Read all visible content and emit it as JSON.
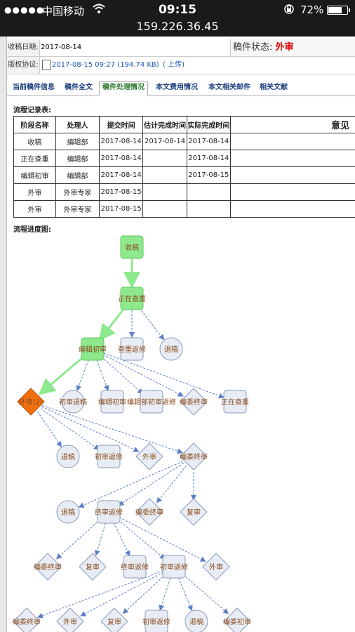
{
  "status_bar": {
    "signal": "●●●●●",
    "carrier": "中国移动",
    "wifi": "wifi-icon",
    "time": "09:15",
    "lock": "rotation-lock-icon",
    "battery_text": "72%",
    "battery_level": 0.72
  },
  "url": "159.226.36.45",
  "info": {
    "receive_label": "收稿日期:",
    "receive_value": "2017-08-14",
    "status_label": "稿件状态:",
    "status_value": "外审",
    "copyright_label": "版权协议:",
    "copyright_file": "2017-08-15 09:27 (194.74 KB)",
    "upload_link": "( 上传)"
  },
  "tabs": [
    "当前稿件信息",
    "稿件全文",
    "稿件处理情况",
    "本文费用情况",
    "本文相关邮件",
    "相关文献"
  ],
  "active_tab": 2,
  "record_title": "流程记录表:",
  "table": {
    "headers": [
      "阶段名称",
      "处理人",
      "提交时间",
      "估计完成时间",
      "实际完成时间",
      "意见"
    ],
    "rows": [
      [
        "收稿",
        "编辑部",
        "2017-08-14",
        "2017-08-14",
        "2017-08-14",
        ""
      ],
      [
        "正在查重",
        "编辑部",
        "2017-08-14",
        "",
        "2017-08-14",
        ""
      ],
      [
        "编辑初审",
        "编辑部",
        "2017-08-14",
        "",
        "2017-08-15",
        ""
      ],
      [
        "外审",
        "外审专家",
        "2017-08-15",
        "",
        "",
        ""
      ],
      [
        "外审",
        "外审专家",
        "2017-08-15",
        "",
        "",
        ""
      ]
    ]
  },
  "diagram_title": "流程进度图:",
  "diagram": {
    "nodes": {
      "n1": "收稿",
      "n2": "正在查重",
      "n3": "编辑初审",
      "n4": "查重返修",
      "n5": "退稿",
      "n6": "外审(2)",
      "n7": "初审退稿",
      "n8": "编辑初审",
      "n9": "编辑部初审返修",
      "n10": "编委终审",
      "n11": "正在查重",
      "n12": "退稿",
      "n13": "初审返修",
      "n14": "外审",
      "n15": "编委终审",
      "n16": "退稿",
      "n17": "终审返修",
      "n18": "编委终审",
      "n19": "复审",
      "n20": "编委终审",
      "n21": "复审",
      "n22": "终审返修",
      "n23": "初审返修",
      "n24": "外审",
      "n25": "编委终审",
      "n26": "外审",
      "n27": "复审",
      "n28": "初审返修",
      "n29": "退稿",
      "n30": "编委初审"
    },
    "colors": {
      "done": "#8ee88e",
      "current": "#f07010",
      "pending": "#e8ecf4",
      "done_edge": "#8ee88e",
      "pending_edge": "#5a7fc8",
      "label": "#8a4a1a"
    }
  }
}
